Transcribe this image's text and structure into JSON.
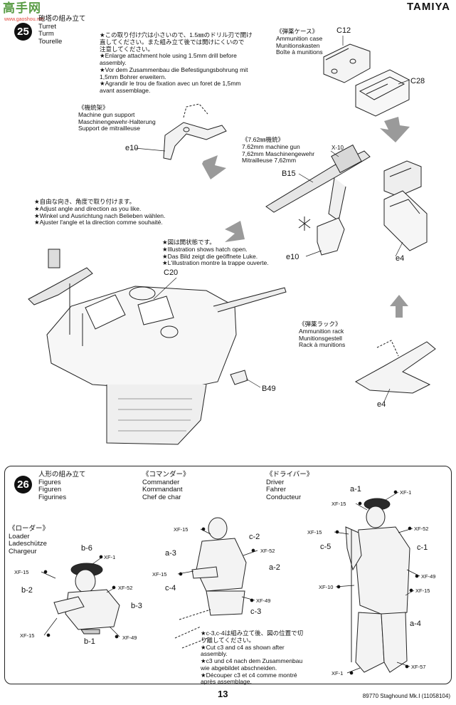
{
  "header": {
    "brand": "TAMIYA",
    "watermark": "高手网",
    "watermark_sub": "www.gaoshou.net"
  },
  "step25": {
    "number": "25",
    "title_jp": "砲塔の組み立て",
    "title_en": "Turret",
    "title_de": "Turm",
    "title_fr": "Tourelle",
    "drill_note": [
      "★この取り付け穴は小さいので、1.5㎜のドリル刃で開け",
      "直してください。また組み立て後では開けにくいので",
      "注意してください。",
      "★Enlarge attachment hole using 1.5mm drill before",
      "assembly.",
      "★Vor dem Zusammenbau die Befestigungsbohrung mit",
      "1,5mm Bohrer erweitern.",
      "★Agrandir le trou de fixation avec un foret de 1,5mm",
      "avant assemblage."
    ],
    "mg_support": [
      "《機銃架》",
      "Machine gun support",
      "Maschinengewehr-Halterung",
      "Support de mitrailleuse"
    ],
    "ammo_case": [
      "《弾薬ケース》",
      "Ammunition case",
      "Munitionskasten",
      "Boîte à munitions"
    ],
    "machine_gun": [
      "《7.62㎜機銃》",
      "7.62mm machine gun",
      "7,62mm Maschinengewehr",
      "Mitrailleuse 7,62mm"
    ],
    "angle_note": [
      "★自由な向き、角度で取り付けます。",
      "★Adjust angle and direction as you like.",
      "★Winkel und Ausrichtung nach Belieben wählen.",
      "★Ajuster l'angle et la direction comme souhaité."
    ],
    "hatch_note": [
      "★図は開状態です。",
      "★Illustration shows hatch open.",
      "★Das Bild zeigt die geöffnete Luke.",
      "★L'illustration montre la trappe ouverte."
    ],
    "ammo_rack": [
      "《弾薬ラック》",
      "Ammunition rack",
      "Munitionsgestell",
      "Rack à munitions"
    ],
    "parts": {
      "c12": "C12",
      "c28": "C28",
      "e10a": "e10",
      "x10": "X-10",
      "b15": "B15",
      "e10b": "e10",
      "e4a": "e4",
      "c20": "C20",
      "b49": "B49",
      "e4b": "e4"
    }
  },
  "step26": {
    "number": "26",
    "title_jp": "人形の組み立て",
    "title_en": "Figures",
    "title_de": "Figuren",
    "title_fr": "Figurines",
    "loader": [
      "《ローダー》",
      "Loader",
      "Ladeschütze",
      "Chargeur"
    ],
    "commander": [
      "《コマンダー》",
      "Commander",
      "Kommandant",
      "Chef de char"
    ],
    "driver": [
      "《ドライバー》",
      "Driver",
      "Fahrer",
      "Conducteur"
    ],
    "cut_note": [
      "★c-3,c-4は組み立て後、図の位置で切",
      "り離してください。",
      "★Cut  c3  and  c4  as  shown  after",
      "assembly.",
      "★c3 und c4 nach dem Zusammenbau",
      "wie abgebildet abschneiden.",
      "★Découper c3 et c4 comme montré",
      "après assemblage."
    ],
    "loader_labels": {
      "b6": "b-6",
      "xf1": "XF-1",
      "xf15a": "XF-15",
      "xf52": "XF-52",
      "b2": "b-2",
      "b3": "b-3",
      "xf15b": "XF-15",
      "xf49": "XF-49",
      "b1": "b-1"
    },
    "commander_labels": {
      "xf15a": "XF-15",
      "c2": "c-2",
      "a3": "a-3",
      "xf52": "XF-52",
      "a2": "a-2",
      "xf15b": "XF-15",
      "c4": "c-4",
      "xf49": "XF-49",
      "c3": "c-3"
    },
    "driver_labels": {
      "a1": "a-1",
      "xf1a": "XF-1",
      "xf15a": "XF-15",
      "xf15b": "XF-15",
      "xf52": "XF-52",
      "c5": "c-5",
      "c1": "c-1",
      "xf49": "XF-49",
      "xf10": "XF-10",
      "xf15c": "XF-15",
      "a4": "a-4",
      "xf57": "XF-57",
      "xf1b": "XF-1"
    }
  },
  "footer": {
    "page": "13",
    "code": "89770  Staghound Mk.Ⅰ (11058104)"
  }
}
